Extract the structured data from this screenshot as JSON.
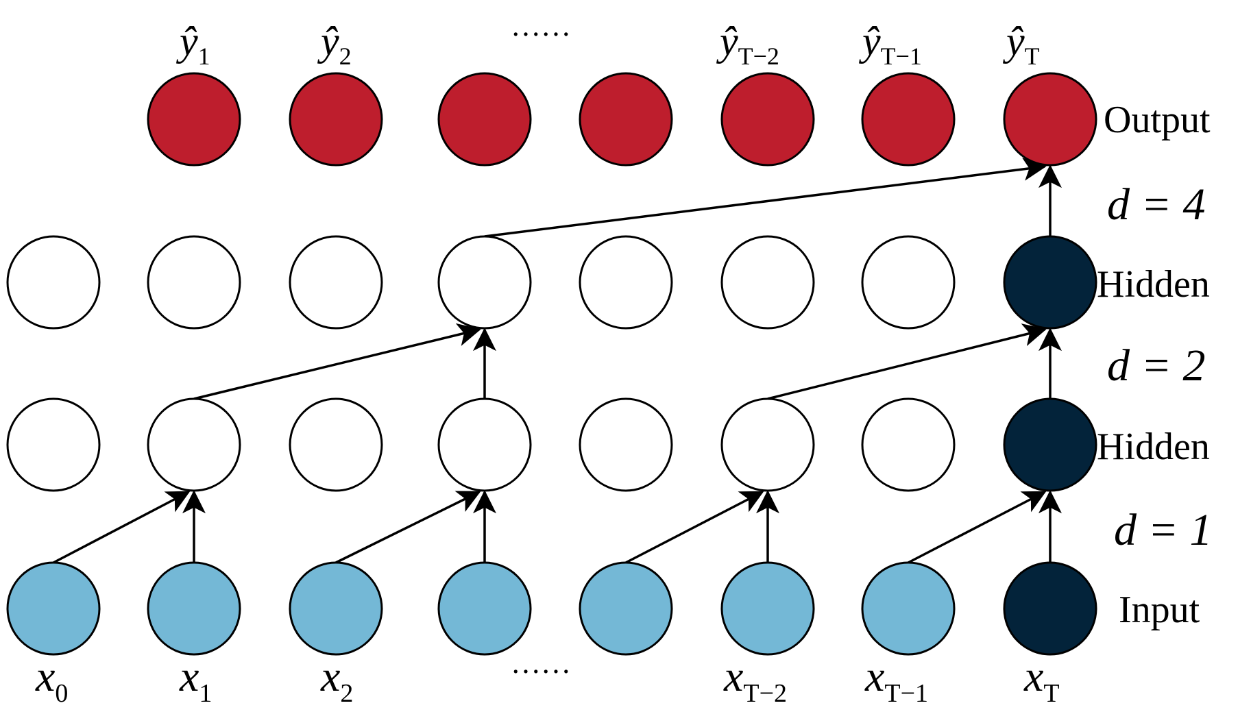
{
  "colors": {
    "output": "#BE1E2D",
    "hidden": "#FFFFFF",
    "input": "#74B8D6",
    "highlight": "#03233A",
    "stroke": "#000000"
  },
  "layers": {
    "output": "Output",
    "hidden_upper": "Hidden",
    "hidden_lower": "Hidden",
    "input": "Input"
  },
  "dilations": {
    "top": "d = 4",
    "middle": "d = 2",
    "bottom": "d = 1"
  },
  "ellipsis": "……",
  "output_labels": [
    {
      "base": "ŷ",
      "sub": "1"
    },
    {
      "base": "ŷ",
      "sub": "2"
    },
    {
      "base": "ŷ",
      "sub": "T−2"
    },
    {
      "base": "ŷ",
      "sub": "T−1"
    },
    {
      "base": "ŷ",
      "sub": "T"
    }
  ],
  "input_labels": [
    {
      "base": "x",
      "sub": "0"
    },
    {
      "base": "x",
      "sub": "1"
    },
    {
      "base": "x",
      "sub": "2"
    },
    {
      "base": "x",
      "sub": "T−2"
    },
    {
      "base": "x",
      "sub": "T−1"
    },
    {
      "base": "x",
      "sub": "T"
    }
  ]
}
